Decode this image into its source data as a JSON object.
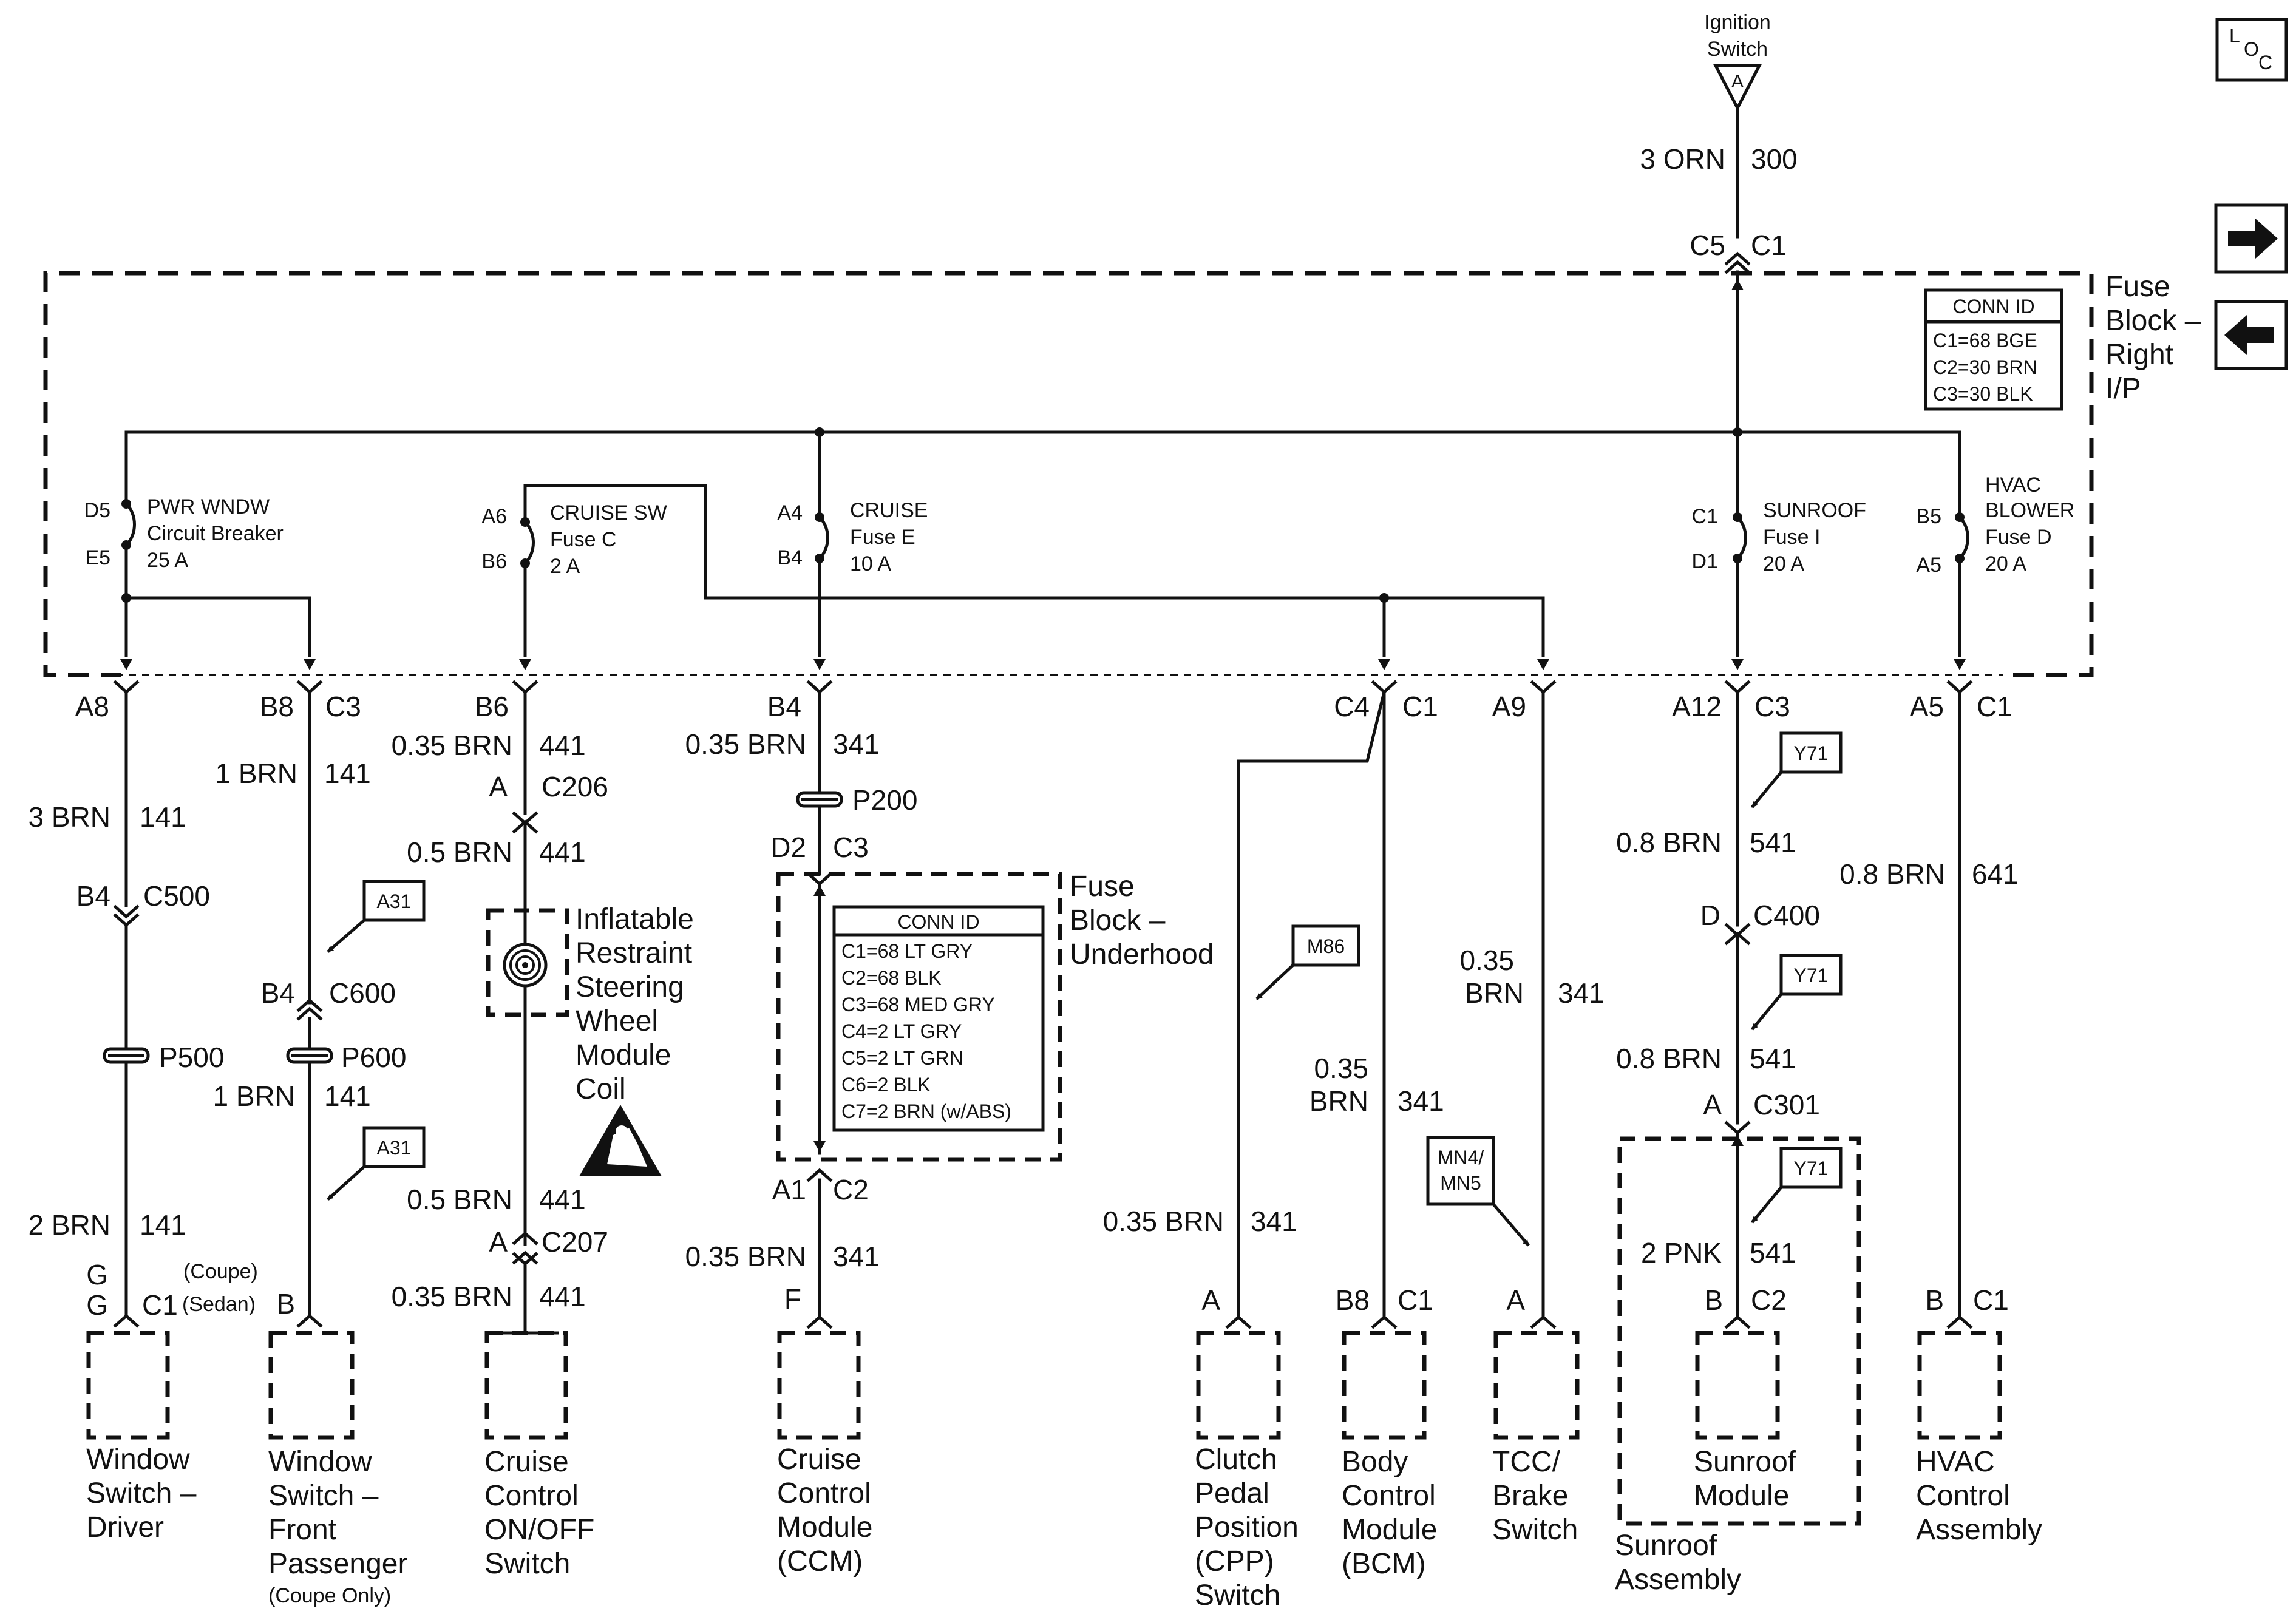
{
  "top": {
    "ignition": [
      "Ignition",
      "Switch"
    ],
    "ign_pin": "A",
    "wire_left": "3 ORN",
    "wire_right": "300",
    "conn_left": "C5",
    "conn_right": "C1"
  },
  "loc_icon": {
    "letters": [
      "L",
      "O",
      "C"
    ]
  },
  "nav": {
    "forward": "→",
    "back": "←"
  },
  "fuse_block_right": {
    "title": [
      "Fuse",
      "Block –",
      "Right",
      "I/P"
    ],
    "conn_id": {
      "title": "CONN ID",
      "rows": [
        "C1=68 BGE",
        "C2=30 BRN",
        "C3=30 BLK"
      ]
    },
    "fuses": [
      {
        "top": "D5",
        "bottom": "E5",
        "label": [
          "PWR WNDW",
          "Circuit Breaker",
          "25 A"
        ]
      },
      {
        "top": "A6",
        "bottom": "B6",
        "label": [
          "CRUISE SW",
          "Fuse C",
          "2 A"
        ]
      },
      {
        "top": "A4",
        "bottom": "B4",
        "label": [
          "CRUISE",
          "Fuse E",
          "10 A"
        ]
      },
      {
        "top": "C1",
        "bottom": "D1",
        "label": [
          "SUNROOF",
          "Fuse I",
          "20 A"
        ]
      },
      {
        "top": "B5",
        "bottom": "A5",
        "label": [
          "HVAC",
          "BLOWER",
          "Fuse D",
          "20 A"
        ]
      }
    ]
  },
  "outputs": [
    {
      "pin": "A8",
      "conn": ""
    },
    {
      "pin": "B8",
      "conn": "C3"
    },
    {
      "pin": "B6",
      "conn": ""
    },
    {
      "pin": "B4",
      "conn": ""
    },
    {
      "pin": "C4",
      "conn": "C1"
    },
    {
      "pin": "A9",
      "conn": ""
    },
    {
      "pin": "A12",
      "conn": "C3"
    },
    {
      "pin": "A5",
      "conn": "C1"
    }
  ],
  "circuits": {
    "window_driver": {
      "w1": [
        "3 BRN",
        "141"
      ],
      "c500": [
        "B4",
        "C500"
      ],
      "splice": "P500",
      "w2": [
        "2 BRN",
        "141"
      ],
      "pins": [
        "G",
        "G",
        "C1"
      ],
      "variants": [
        "(Coupe)",
        "(Sedan)"
      ],
      "label": [
        "Window",
        "Switch –",
        "Driver"
      ]
    },
    "window_pass": {
      "w1": [
        "1 BRN",
        "141"
      ],
      "tag1": "A31",
      "c600": [
        "B4",
        "C600"
      ],
      "splice": "P600",
      "w2": [
        "1 BRN",
        "141"
      ],
      "tag2": "A31",
      "pin": "B",
      "label": [
        "Window",
        "Switch –",
        "Front",
        "Passenger"
      ],
      "note": "(Coupe Only)"
    },
    "cruise_switch": {
      "w1": [
        "0.35 BRN",
        "441"
      ],
      "c206": [
        "A",
        "C206"
      ],
      "w2": [
        "0.5 BRN",
        "441"
      ],
      "coil": [
        "Inflatable",
        "Restraint",
        "Steering",
        "Wheel",
        "Module",
        "Coil"
      ],
      "w3": [
        "0.5 BRN",
        "441"
      ],
      "c207": [
        "A",
        "C207"
      ],
      "w4": [
        "0.35 BRN",
        "441"
      ],
      "label": [
        "Cruise",
        "Control",
        "ON/OFF",
        "Switch"
      ]
    },
    "ccm": {
      "w1": [
        "0.35 BRN",
        "341"
      ],
      "splice": "P200",
      "c3": [
        "D2",
        "C3"
      ],
      "fb_title": [
        "Fuse",
        "Block –",
        "Underhood"
      ],
      "conn_id": {
        "title": "CONN ID",
        "rows": [
          "C1=68 LT GRY",
          "C2=68 BLK",
          "C3=68 MED GRY",
          "C4=2 LT GRY",
          "C5=2 LT GRN",
          "C6=2 BLK",
          "C7=2 BRN (w/ABS)"
        ]
      },
      "c2": [
        "A1",
        "C2"
      ],
      "w2": [
        "0.35 BRN",
        "341"
      ],
      "pin": "F",
      "label": [
        "Cruise",
        "Control",
        "Module",
        "(CCM)"
      ]
    },
    "cpp": {
      "tag": "M86",
      "w": [
        "0.35 BRN",
        "341"
      ],
      "pin": "A",
      "label": [
        "Clutch",
        "Pedal",
        "Position",
        "(CPP)",
        "Switch"
      ]
    },
    "bcm": {
      "w": [
        "0.35",
        "BRN",
        "341"
      ],
      "pins": [
        "B8",
        "C1"
      ],
      "label": [
        "Body",
        "Control",
        "Module",
        "(BCM)"
      ]
    },
    "tcc": {
      "w": [
        "0.35",
        "BRN",
        "341"
      ],
      "tag": [
        "MN4/",
        "MN5"
      ],
      "pin": "A",
      "label": [
        "TCC/",
        "Brake",
        "Switch"
      ]
    },
    "sunroof": {
      "tag1": "Y71",
      "w1": [
        "0.8 BRN",
        "541"
      ],
      "c400": [
        "D",
        "C400"
      ],
      "tag2": "Y71",
      "w2": [
        "0.8 BRN",
        "541"
      ],
      "c301": [
        "A",
        "C301"
      ],
      "tag3": "Y71",
      "w3": [
        "2 PNK",
        "541"
      ],
      "pins": [
        "B",
        "C2"
      ],
      "label": [
        "Sunroof",
        "Module"
      ],
      "assembly": [
        "Sunroof",
        "Assembly"
      ]
    },
    "hvac": {
      "w": [
        "0.8 BRN",
        "641"
      ],
      "pins": [
        "B",
        "C1"
      ],
      "label": [
        "HVAC",
        "Control",
        "Assembly"
      ]
    }
  }
}
